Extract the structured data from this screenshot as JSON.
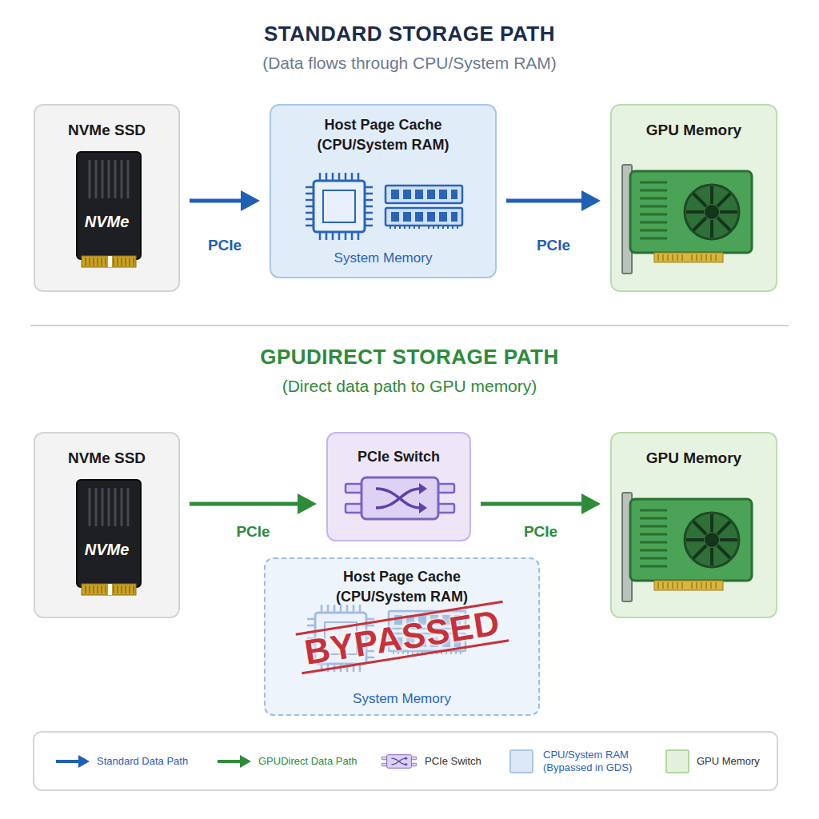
{
  "diagram": {
    "nodes": [
      {
        "text": [
          "NVMe SSD",
          "NVMe"
        ]
      },
      {
        "text": [
          "Host Page Cache (CPU/System RAM)",
          "System Memory"
        ]
      },
      {
        "text": [
          "GPU Memory"
        ]
      },
      {
        "text": [
          "NVMe SSD",
          "NVMe"
        ]
      },
      {
        "text": [
          "PCIe Switch"
        ]
      },
      {
        "text": [
          "GPU Memory"
        ]
      },
      {
        "text": [
          "Host Page Cache (CPU/System RAM)",
          "BYPASSED",
          "System Memory"
        ]
      }
    ],
    "edges": [
      {
        "from": 0,
        "to": 1,
        "label": "PCIe",
        "arrow": "to"
      },
      {
        "from": 1,
        "to": 2,
        "label": "PCIe",
        "arrow": "to"
      },
      {
        "from": 3,
        "to": 4,
        "label": "PCIe",
        "arrow": "to"
      },
      {
        "from": 4,
        "to": 5,
        "label": "PCIe",
        "arrow": "to"
      }
    ],
    "labels": [
      "STANDARD STORAGE PATH",
      "(Data flows through CPU/System RAM)",
      "GPUDIRECT STORAGE PATH",
      "(Direct data path to GPU memory)"
    ],
    "legend": [
      {
        "text": "Standard Data Path"
      },
      {
        "text": "GPUDirect Data Path"
      },
      {
        "text": "PCIe Switch"
      },
      {
        "text": "CPU/System RAM (Bypassed in GDS)",
        "color": "#dce8f7"
      },
      {
        "text": "GPU Memory",
        "color": "#e3f1dc"
      }
    ]
  }
}
